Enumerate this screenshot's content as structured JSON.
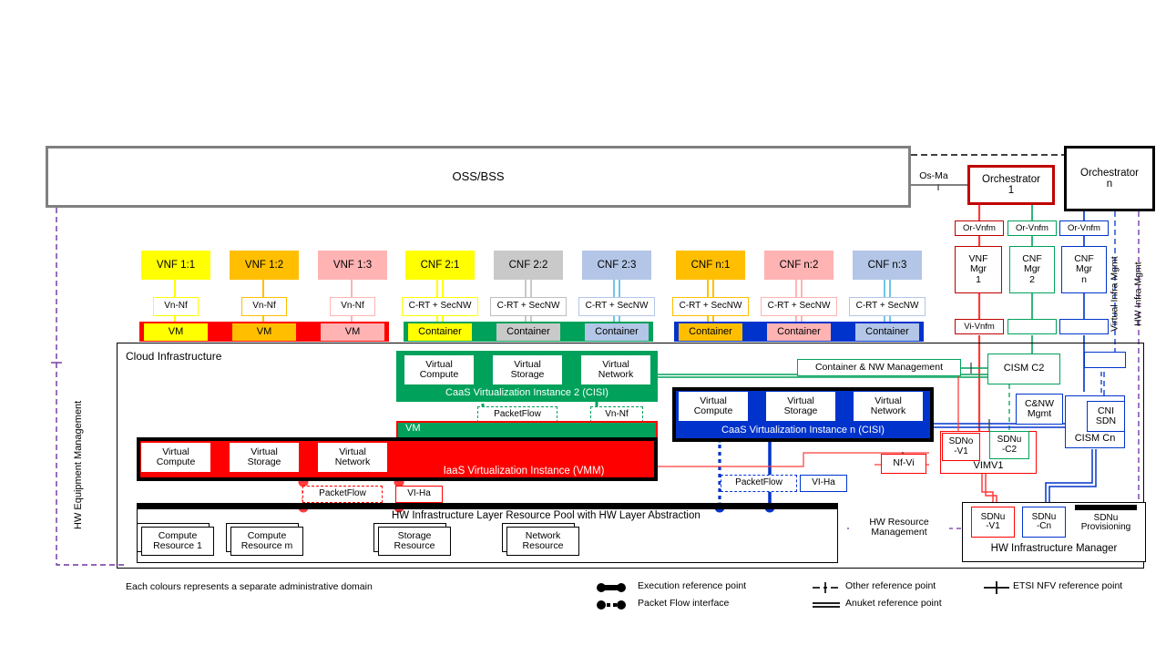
{
  "diagram": {
    "title": "OSS/BSS",
    "footer_note": "Each colours represents a separate administrative domain"
  },
  "top": {
    "ossbss": "OSS/BSS",
    "os_ma": "Os-Ma",
    "orchestrator1_l1": "Orchestrator",
    "orchestrator1_l2": "1",
    "orchestratorn_l1": "Orchestrator",
    "orchestratorn_l2": "n"
  },
  "vertical_labels": {
    "hw_equipment_management": "HW Equipment Management",
    "virtual_infra_mgmt": "Virtual Infra Mgmt",
    "hw_infra_mgmt": "HW Infra Mgmt"
  },
  "functions": [
    {
      "name": "VNF 1:1",
      "color": "#FFFF00",
      "ref": "Vn-Nf",
      "host": "VM",
      "host_color": "#FFFF00",
      "bar": "#FF0000"
    },
    {
      "name": "VNF 1:2",
      "color": "#FFBF00",
      "ref": "Vn-Nf",
      "host": "VM",
      "host_color": "#FFBF00",
      "bar": "#FF0000"
    },
    {
      "name": "VNF 1:3",
      "color": "#FFB3B3",
      "ref": "Vn-Nf",
      "host": "VM",
      "host_color": "#FFB3B3",
      "bar": "#FF0000"
    },
    {
      "name": "CNF 2:1",
      "color": "#FFFF00",
      "ref": "C-RT + SecNW",
      "host": "Container",
      "host_color": "#FFFF00",
      "bar": "#00A15A"
    },
    {
      "name": "CNF 2:2",
      "color": "#C9C9C9",
      "ref": "C-RT + SecNW",
      "host": "Container",
      "host_color": "#C9C9C9",
      "bar": "#00A15A"
    },
    {
      "name": "CNF 2:3",
      "color": "#B3C6E7",
      "ref": "C-RT + SecNW",
      "host": "Container",
      "host_color": "#B3C6E7",
      "bar": "#00A15A"
    },
    {
      "name": "CNF n:1",
      "color": "#FFBF00",
      "ref": "C-RT + SecNW",
      "host": "Container",
      "host_color": "#FFBF00",
      "bar": "#0033CC"
    },
    {
      "name": "CNF n:2",
      "color": "#FFB3B3",
      "ref": "C-RT + SecNW",
      "host": "Container",
      "host_color": "#FFB3B3",
      "bar": "#0033CC"
    },
    {
      "name": "CNF n:3",
      "color": "#B3C6E7",
      "ref": "C-RT + SecNW",
      "host": "Container",
      "host_color": "#B3C6E7",
      "bar": "#0033CC"
    }
  ],
  "managers": [
    {
      "l1": "VNF",
      "l2": "Mgr",
      "l3": "1",
      "color": "#FF0000",
      "or_vnfm": "Or-Vnfm",
      "vi_vnfm": "Vi-Vnfm"
    },
    {
      "l1": "CNF",
      "l2": "Mgr",
      "l3": "2",
      "color": "#00A15A",
      "or_vnfm": "Or-Vnfm",
      "vi_vnfm": ""
    },
    {
      "l1": "CNF",
      "l2": "Mgr",
      "l3": "n",
      "color": "#0033CC",
      "or_vnfm": "Or-Vnfm",
      "vi_vnfm": ""
    }
  ],
  "cloud": {
    "title": "Cloud Infrastructure",
    "caas2": {
      "title": "CaaS Virtualization Instance 2 (CISI)",
      "resources": [
        "Virtual Compute",
        "Virtual Storage",
        "Virtual Network"
      ],
      "vm": "VM",
      "packetflow": "PacketFlow",
      "vn_nf": "Vn-Nf"
    },
    "caasn": {
      "title": "CaaS Virtualization Instance n (CISI)",
      "resources": [
        "Virtual Compute",
        "Virtual Storage",
        "Virtual Network"
      ],
      "packetflow": "PacketFlow",
      "vi_ha": "VI-Ha"
    },
    "iaas": {
      "title": "IaaS Virtualization Instance (VMM)",
      "resources": [
        "Virtual Compute",
        "Virtual Storage",
        "Virtual Network"
      ],
      "packetflow": "PacketFlow",
      "vi_ha": "VI-Ha"
    },
    "hwpool": {
      "title": "HW Infrastructure Layer Resource Pool with HW Layer Abstraction",
      "resources": [
        "Compute Resource 1",
        "Compute Resource m",
        "Storage Resource",
        "Network Resource"
      ]
    }
  },
  "management": {
    "container_nw_management": "Container & NW Management",
    "cism_c2": "CISM C2",
    "cism_cn": "CISM Cn",
    "cni_sdn": "CNI SDN",
    "cnw_mgmt": "C&NW Mgmt",
    "nf_vi": "Nf-Vi",
    "sdno_v1": "SDNo -V1",
    "sdnu_c2": "SDNu -C2",
    "vimv1": "VIMV1",
    "sdnu_v1": "SDNu -V1",
    "sdnu_cn": "SDNu -Cn",
    "sdnu_provisioning": "SDNu Provisioning",
    "hw_infrastructure_manager": "HW Infrastructure Manager",
    "hw_resource_management": "HW Resource Management"
  },
  "legend": {
    "note": "Each colours represents a separate administrative domain",
    "items": [
      {
        "label": "Execution reference point",
        "icon": "execution-ref-icon"
      },
      {
        "label": "Packet Flow interface",
        "icon": "packetflow-ref-icon"
      },
      {
        "label": "Other reference point",
        "icon": "other-ref-icon"
      },
      {
        "label": "Anuket reference point",
        "icon": "anuket-ref-icon"
      },
      {
        "label": "ETSI NFV reference point",
        "icon": "etsi-ref-icon"
      }
    ]
  }
}
